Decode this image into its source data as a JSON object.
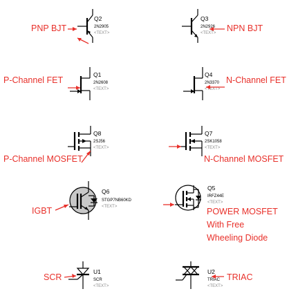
{
  "components": [
    {
      "key": "q2",
      "ref": "Q2",
      "part": "2N2905",
      "placeholder": "<TEXT>",
      "label": "PNP BJT"
    },
    {
      "key": "q3",
      "ref": "Q3",
      "part": "2N2926",
      "placeholder": "<TEXT>",
      "label": "NPN BJT"
    },
    {
      "key": "q1",
      "ref": "Q1",
      "part": "2N2608",
      "placeholder": "<TEXT>",
      "label": "P-Channel FET"
    },
    {
      "key": "q4",
      "ref": "Q4",
      "part": "2N3370",
      "placeholder": "<TEXT>",
      "label": "N-Channel FET"
    },
    {
      "key": "q8",
      "ref": "Q8",
      "part": "2SJ56",
      "placeholder": "<TEXT>",
      "label": "P-Channel MOSFET"
    },
    {
      "key": "q7",
      "ref": "Q7",
      "part": "2SK1058",
      "placeholder": "<TEXT>",
      "label": "N-Channel MOSFET"
    },
    {
      "key": "q6",
      "ref": "Q6",
      "part": "STGP7NB60KD",
      "placeholder": "<TEXT>",
      "label": "IGBT"
    },
    {
      "key": "q5",
      "ref": "Q5",
      "part": "IRFZ44E",
      "placeholder": "<TEXT>",
      "label_lines": [
        "POWER MOSFET",
        "With Free",
        "Wheeling Diode"
      ]
    },
    {
      "key": "u1",
      "ref": "U1",
      "part": "SCR",
      "placeholder": "<TEXT>",
      "label": "SCR"
    },
    {
      "key": "u2",
      "ref": "U2",
      "part": "TRIAC",
      "placeholder": "<TEXT>",
      "label": "TRIAC"
    }
  ],
  "colors": {
    "annotation": "#e8302a",
    "symbol": "#000000",
    "placeholder": "#8a8a8a",
    "igbt_body": "#c8c8c8"
  }
}
